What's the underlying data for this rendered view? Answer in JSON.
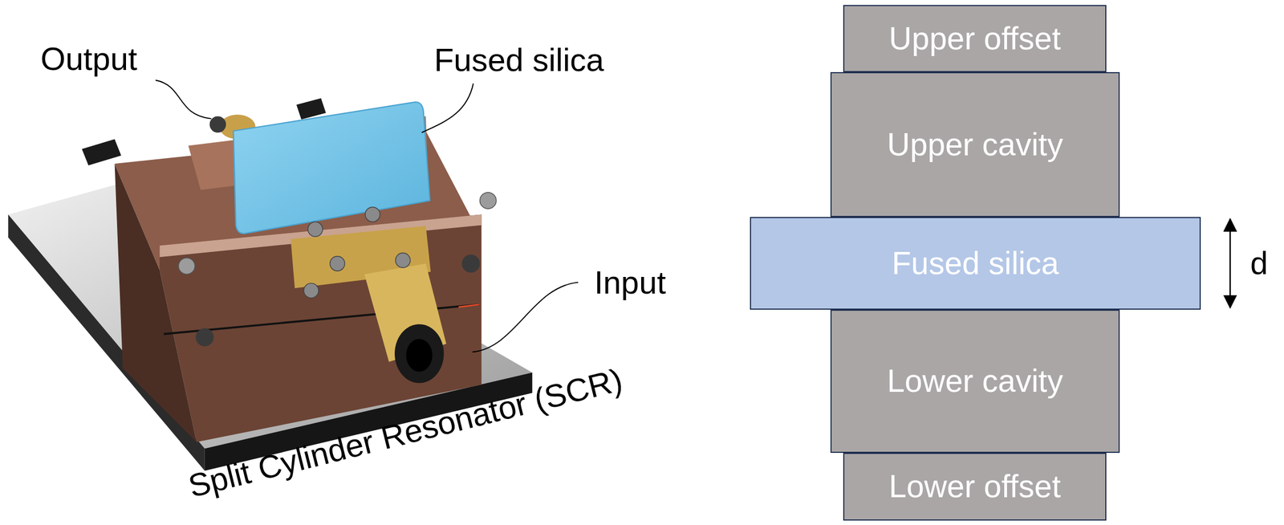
{
  "diagram": {
    "nodes": [
      {
        "text": [
          "Upper offset"
        ]
      },
      {
        "text": [
          "Upper cavity"
        ]
      },
      {
        "text": [
          "Fused silica"
        ]
      },
      {
        "text": [
          "Lower cavity"
        ]
      },
      {
        "text": [
          "Lower offset"
        ]
      }
    ],
    "labels": [
      "Output",
      "Fused silica",
      "Input",
      "Split Cylinder Resonator (SCR)",
      "d"
    ]
  }
}
